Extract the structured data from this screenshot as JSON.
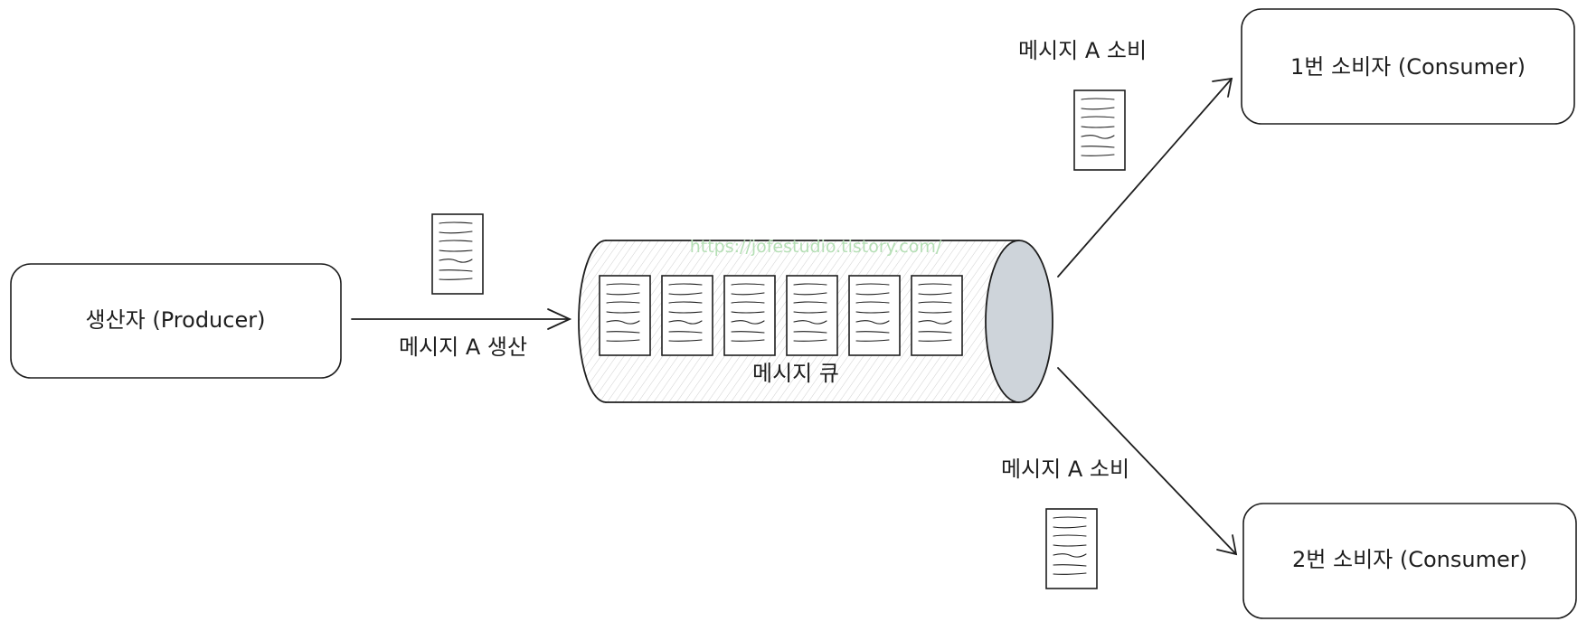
{
  "producer": {
    "label": "생산자 (Producer)"
  },
  "queue": {
    "label": "메시지 큐",
    "watermark": "https://jofestudio.tistory.com/",
    "message_count": 6,
    "cap_color": "#ced4da"
  },
  "produce_arrow": {
    "label": "메시지 A 생산"
  },
  "consume_top": {
    "label": "메시지 A 소비"
  },
  "consume_bottom": {
    "label": "메시지 A 소비"
  },
  "consumer_1": {
    "label": "1번 소비자 (Consumer)"
  },
  "consumer_2": {
    "label": "2번 소비자 (Consumer)"
  }
}
